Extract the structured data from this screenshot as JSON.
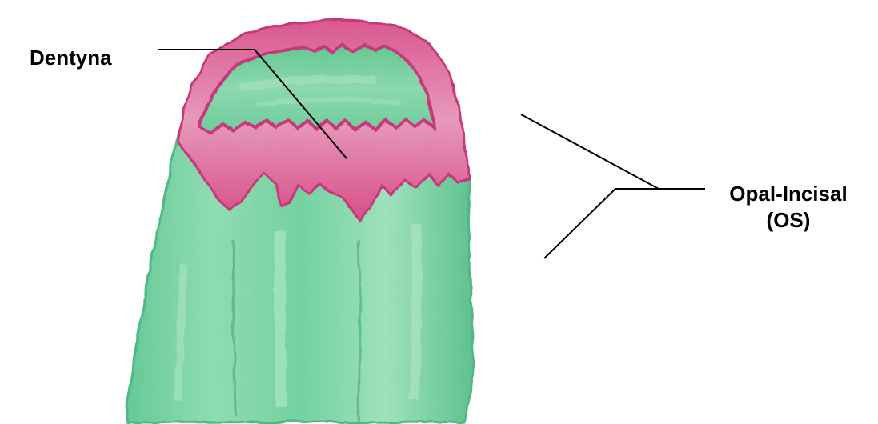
{
  "labels": {
    "dentyna": "Dentyna",
    "opal_line1": "Opal-Incisal",
    "opal_line2": "(OS)"
  },
  "colors": {
    "enamel_green": "#6ccf9c",
    "enamel_light": "#a9e4c4",
    "dentin_magenta": "#cf3f7c",
    "dentin_light": "#e58ab0",
    "background": "#ffffff",
    "leader_line": "#000000"
  }
}
